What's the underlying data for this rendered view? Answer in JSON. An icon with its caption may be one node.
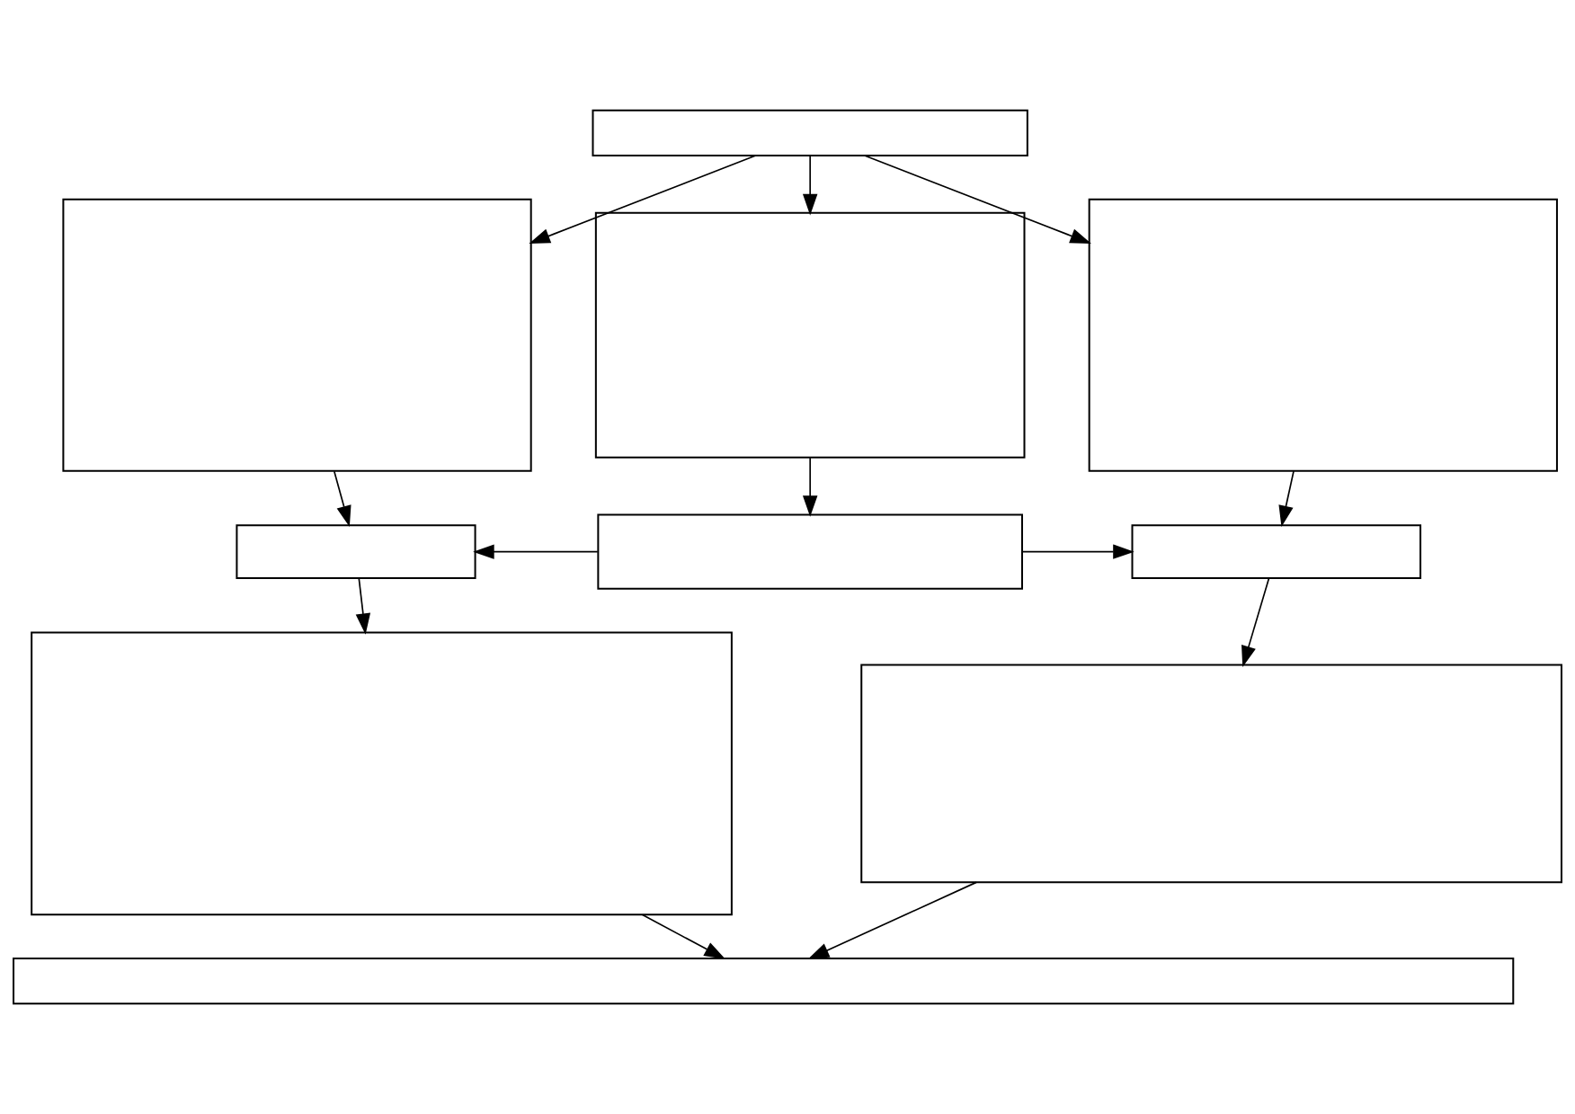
{
  "diagram": {
    "nodes": [
      {
        "text": [],
        "shape": "box"
      },
      {
        "text": [],
        "shape": "box"
      },
      {
        "text": [],
        "shape": "box"
      },
      {
        "text": [],
        "shape": "box"
      },
      {
        "text": [],
        "shape": "box"
      },
      {
        "text": [],
        "shape": "box"
      },
      {
        "text": [],
        "shape": "box"
      },
      {
        "text": [],
        "shape": "box"
      },
      {
        "text": [],
        "shape": "box"
      },
      {
        "text": [],
        "shape": "box"
      }
    ],
    "edges": [
      {
        "from": 0,
        "to": 1,
        "arrow": "to"
      },
      {
        "from": 0,
        "to": 2,
        "arrow": "to"
      },
      {
        "from": 0,
        "to": 3,
        "arrow": "to"
      },
      {
        "from": 1,
        "to": 4,
        "arrow": "to"
      },
      {
        "from": 2,
        "to": 5,
        "arrow": "to"
      },
      {
        "from": 3,
        "to": 6,
        "arrow": "to"
      },
      {
        "from": 5,
        "to": 4,
        "arrow": "to"
      },
      {
        "from": 5,
        "to": 6,
        "arrow": "to"
      },
      {
        "from": 4,
        "to": 7,
        "arrow": "to"
      },
      {
        "from": 6,
        "to": 8,
        "arrow": "to"
      },
      {
        "from": 7,
        "to": 9,
        "arrow": "to"
      },
      {
        "from": 8,
        "to": 9,
        "arrow": "to"
      }
    ]
  }
}
